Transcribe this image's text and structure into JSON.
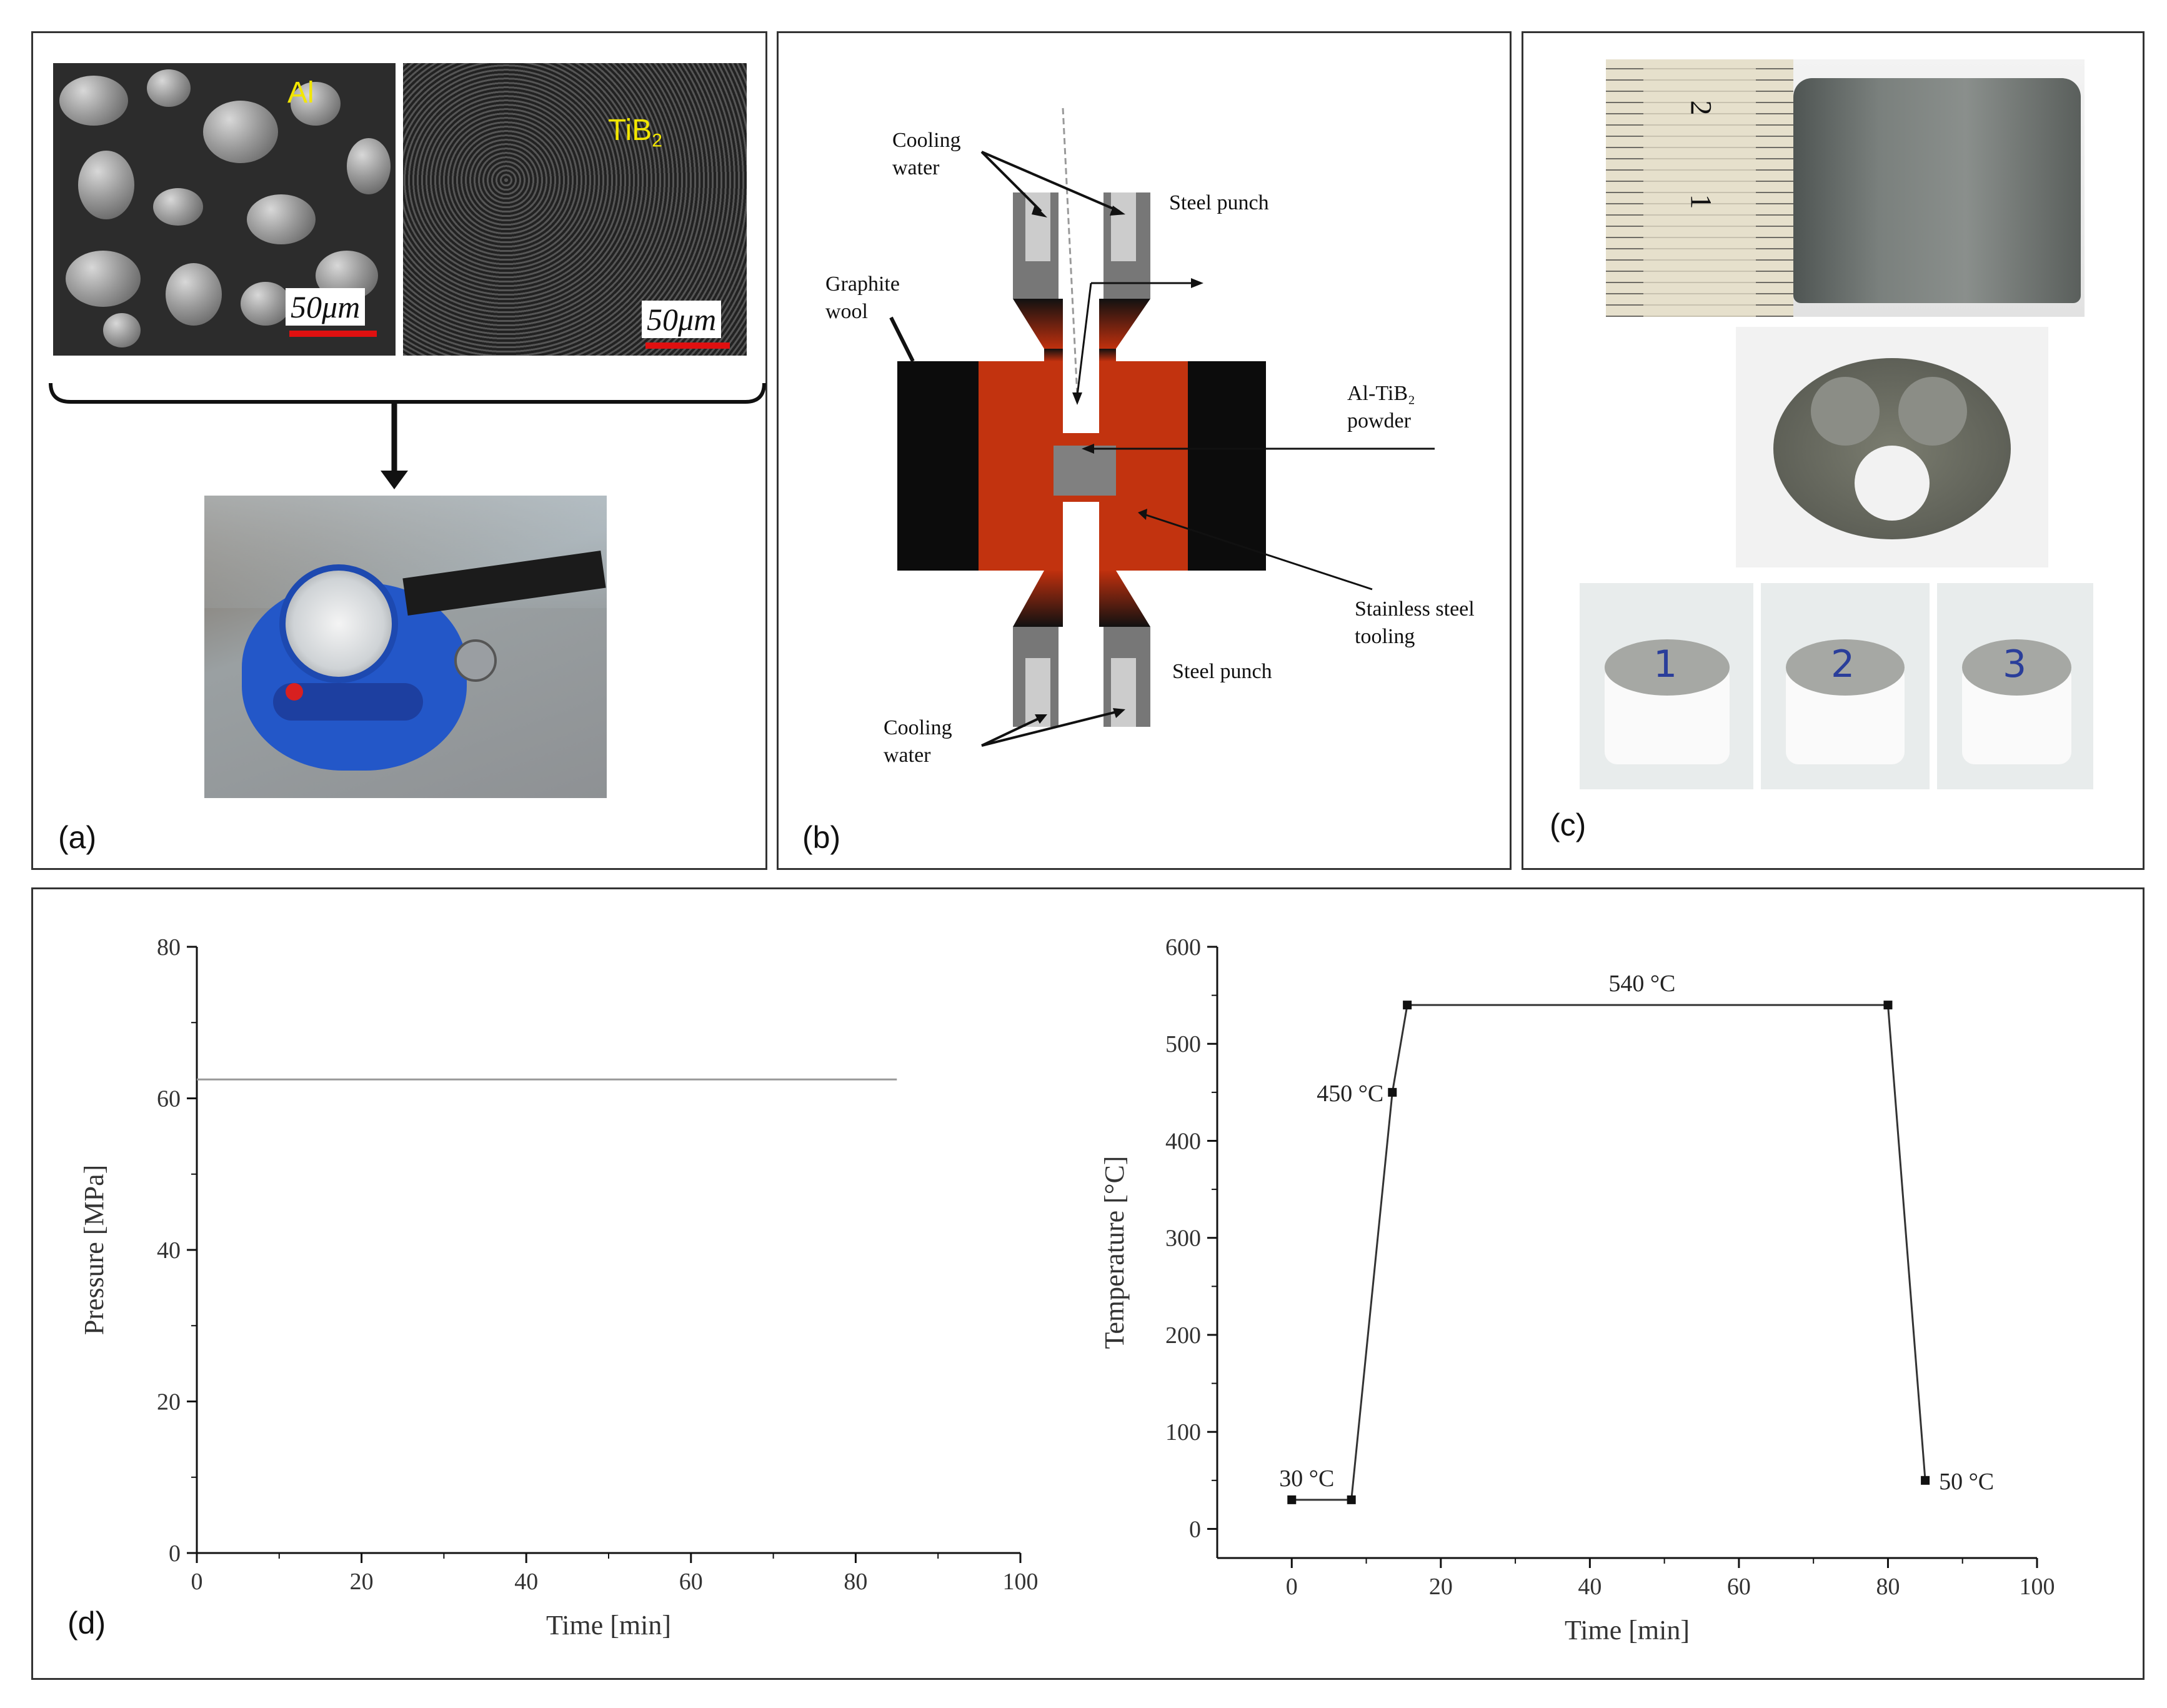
{
  "panels": {
    "a": {
      "label": "(a)",
      "sem_al": {
        "tag": "Al",
        "scale": "50μm"
      },
      "sem_tib2": {
        "tag": "TiB",
        "tag_sub": "2",
        "scale": "50μm"
      }
    },
    "b": {
      "label": "(b)",
      "texts": {
        "cooling_water_top_1": "Cooling",
        "cooling_water_top_2": "water",
        "steel_punch_top": "Steel punch",
        "graphite_1": "Graphite",
        "graphite_2": "wool",
        "powder_1": "Al-TiB₂",
        "powder_2": "powder",
        "stainless_1": "Stainless steel",
        "stainless_2": "tooling",
        "steel_punch_bottom": "Steel punch",
        "cooling_water_bottom_1": "Cooling",
        "cooling_water_bottom_2": "water"
      }
    },
    "c": {
      "label": "(c)",
      "ruler_numbers": [
        "2",
        "1"
      ],
      "sample_marks": [
        "1",
        "2",
        "3"
      ]
    },
    "d": {
      "label": "(d)"
    }
  },
  "chart_data": [
    {
      "type": "line",
      "xlabel": "Time [min]",
      "ylabel": "Pressure [MPa]",
      "xlim": [
        0,
        100
      ],
      "ylim": [
        0,
        80
      ],
      "x_ticks": [
        0,
        20,
        40,
        60,
        80,
        100
      ],
      "y_ticks": [
        0,
        20,
        40,
        60,
        80
      ],
      "series": [
        {
          "x": [
            0,
            85
          ],
          "y": [
            62.5,
            62.5
          ]
        }
      ]
    },
    {
      "type": "line",
      "xlabel": "Time [min]",
      "ylabel": "Temperature [°C]",
      "xlim": [
        -10,
        100
      ],
      "ylim": [
        -30,
        600
      ],
      "x_ticks": [
        0,
        20,
        40,
        60,
        80,
        100
      ],
      "y_ticks": [
        0,
        100,
        200,
        300,
        400,
        500,
        600
      ],
      "series": [
        {
          "x": [
            0,
            8,
            13.5,
            15.5,
            80,
            85
          ],
          "y": [
            30,
            30,
            450,
            540,
            540,
            50
          ]
        }
      ],
      "annotations": [
        {
          "text": "30 °C",
          "x": 0,
          "y": 30
        },
        {
          "text": "450 °C",
          "x": 13.5,
          "y": 450
        },
        {
          "text": "540 °C",
          "x": 47,
          "y": 540
        },
        {
          "text": "50 °C",
          "x": 85,
          "y": 50
        }
      ]
    }
  ]
}
